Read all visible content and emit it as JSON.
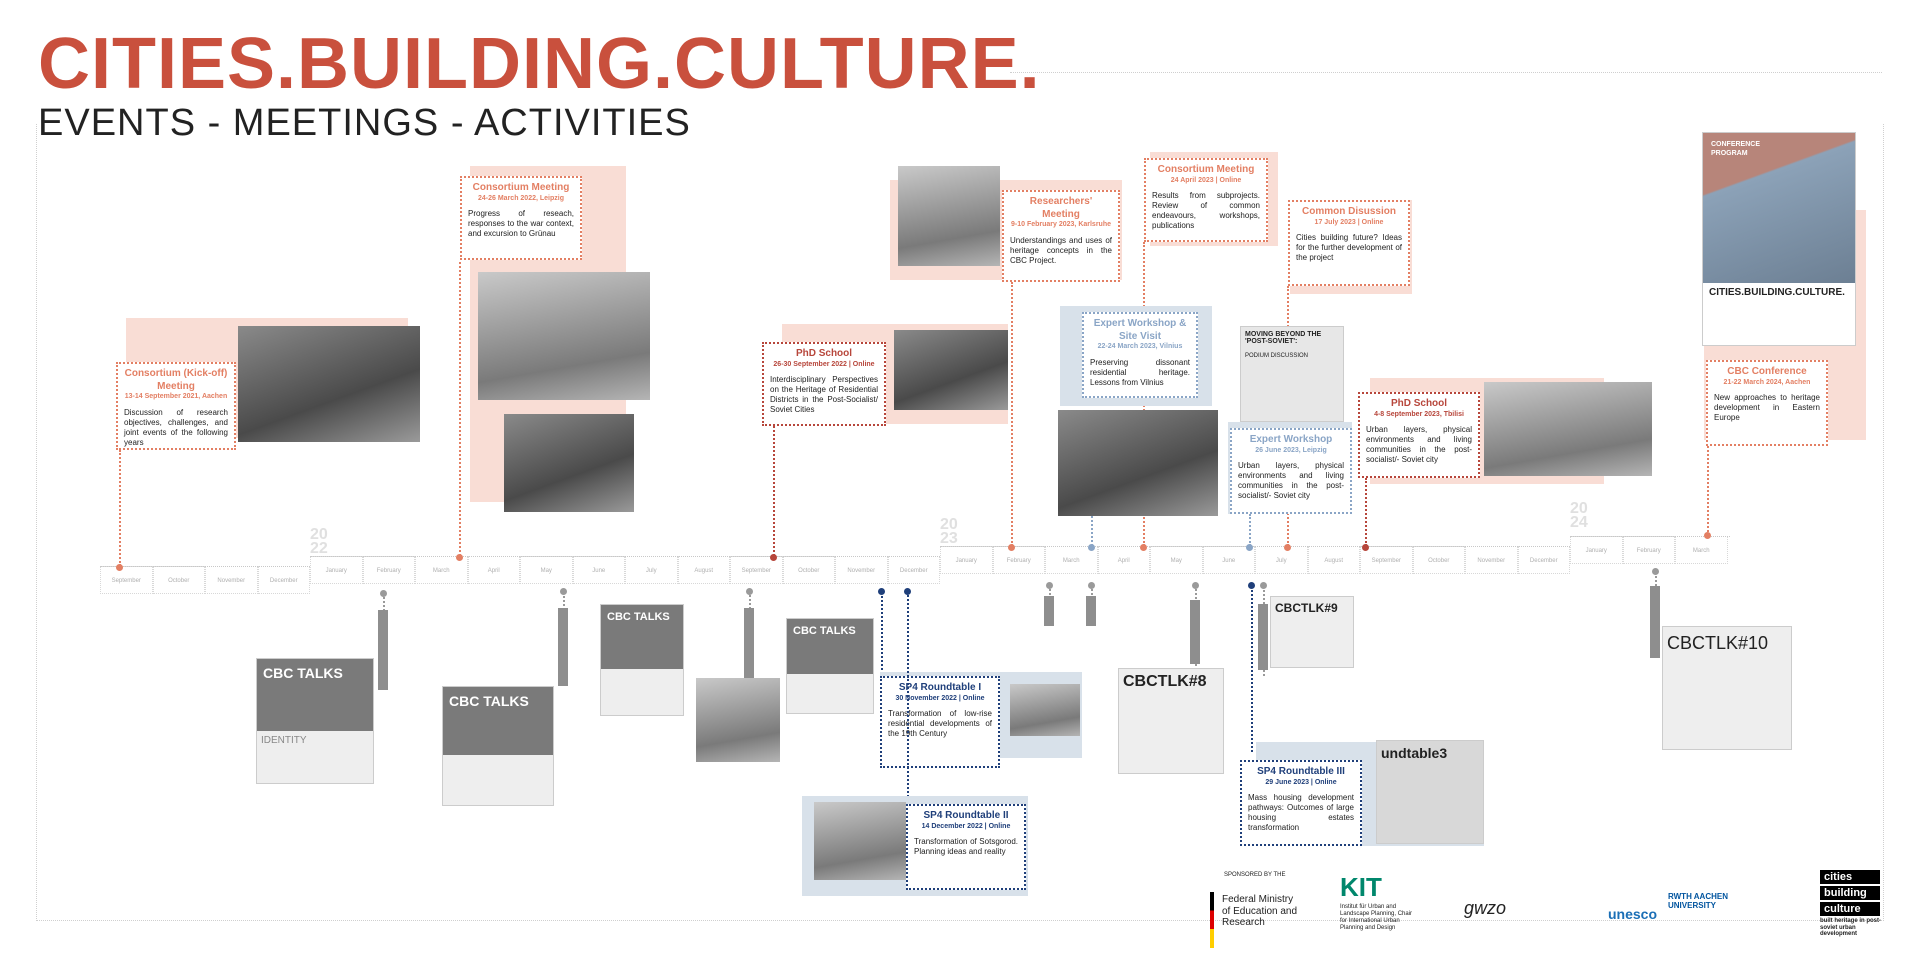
{
  "header": {
    "title": "CITIES.BUILDING.CULTURE.",
    "subtitle": "EVENTS - MEETINGS - ACTIVITIES"
  },
  "colors": {
    "accent": "#c9503d",
    "orange": "#e37f63",
    "red": "#b7463b",
    "light_blue": "#8aa5c6",
    "dark_blue": "#1f3f7a",
    "pink_bg": "#f9ddd5",
    "blue_bg": "#d8e1ea"
  },
  "timeline": {
    "years": [
      {
        "digits": "20",
        "digits2": "22"
      },
      {
        "digits": "20",
        "digits2": "23"
      },
      {
        "digits": "20",
        "digits2": "24"
      }
    ],
    "months_2021": [
      "September",
      "October",
      "November",
      "December"
    ],
    "months_2022": [
      "January",
      "February",
      "March",
      "April",
      "May",
      "June",
      "July",
      "August",
      "September",
      "October",
      "November",
      "December"
    ],
    "months_2023": [
      "January",
      "February",
      "March",
      "April",
      "May",
      "June",
      "July",
      "August",
      "September",
      "October",
      "November",
      "December"
    ],
    "months_2024": [
      "January",
      "February",
      "March"
    ]
  },
  "events": {
    "kickoff": {
      "title": "Consortium (Kick-off) Meeting",
      "date": "13-14 September 2021, Aachen",
      "text": "Discussion of research objectives, challenges, and joint events of the following years"
    },
    "consortium_leipzig": {
      "title": "Consortium Meeting",
      "date": "24-26 March 2022, Leipzig",
      "text": "Progress of reseach, responses to the war context, and excursion to Grünau"
    },
    "phd_online": {
      "title": "PhD School",
      "date": "26-30 September 2022 | Online",
      "text": "Interdisciplinary Perspectives on the Heritage of Residential Districts in the Post-Socialist/ Soviet Cities"
    },
    "researchers": {
      "title": "Researchers' Meeting",
      "date": "9-10 February 2023, Karlsruhe",
      "text": "Understandings and uses of heritage concepts in the CBC Project."
    },
    "consortium_online": {
      "title": "Consortium Meeting",
      "date": "24 April 2023 | Online",
      "text": "Results from subprojects. Review of common endeavours, workshops, publications"
    },
    "expert_vilnius": {
      "title": "Expert Workshop & Site Visit",
      "date": "22-24 March 2023, Vilnius",
      "text": "Preserving dissonant residential heritage. Lessons from Vilnius"
    },
    "common_discussion": {
      "title": "Common Disussion",
      "date": "17 July 2023 | Online",
      "text": "Cities building future? Ideas for the further development of the project"
    },
    "expert_leipzig": {
      "title": "Expert Workshop",
      "date": "26 June 2023, Leipzig",
      "text": "Urban layers, physical environments and living communities in the post-socialist/- Soviet city"
    },
    "phd_tbilisi": {
      "title": "PhD School",
      "date": "4-8 September 2023, Tbilisi",
      "text": "Urban layers, physical environments and living communities in the post-socialist/- Soviet city"
    },
    "cbc_conference": {
      "title": "CBC Conference",
      "date": "21-22 March 2024, Aachen",
      "text": "New approaches to heritage development in Eastern Europe"
    },
    "roundtable1": {
      "title": "SP4 Roundtable I",
      "date": "30 November 2022 | Online",
      "text": "Transformation of low-rise residential developments of the 19th Century"
    },
    "roundtable2": {
      "title": "SP4 Roundtable II",
      "date": "14 December 2022 | Online",
      "text": "Transformation of Sotsgorod. Planning ideas and reality"
    },
    "roundtable3": {
      "title": "SP4 Roundtable III",
      "date": "29 June 2023 | Online",
      "text": "Mass housing development pathways: Outcomes of large housing estates transformation"
    }
  },
  "posters": {
    "conf_program": {
      "label1": "CONFERENCE",
      "label2": "PROGRAM",
      "brand": "CITIES.BUILDING.CULTURE."
    },
    "moving_beyond": {
      "text1": "MOVING BEYOND THE",
      "text2": "'POST-SOVIET':",
      "text3": "PODIUM DISCUSSION"
    },
    "cbc_talks_1": {
      "text": "CBC TALKS",
      "sub": "IDENTITY"
    },
    "cbc_talks_2": {
      "text": "CBC TALKS"
    },
    "cbc_talks_3": {
      "text": "CBC TALKS"
    },
    "cbc_talks_4": {
      "text": "CBC TALKS"
    },
    "cbctlk8": {
      "text": "CBCTLK#8"
    },
    "cbctlk9": {
      "text": "CBCTLK#9"
    },
    "cbctlk10": {
      "text": "CBCTLK#10"
    },
    "roundtable3_poster": {
      "text": "undtable3"
    }
  },
  "sponsors": {
    "sponsored_by": "SPONSORED BY THE",
    "bmbf": "Federal Ministry of Education and Research",
    "kit": "KIT",
    "kit_sub": "Institut für Urban and Landscape Planning, Chair for International Urban Planning and Design",
    "gwz": "gwzo",
    "unesco": "unesco",
    "rwth": "RWTH AACHEN UNIVERSITY",
    "cbc_logo1": "cities",
    "cbc_logo2": "building",
    "cbc_logo3": "culture",
    "cbc_tag": "built heritage in post-soviet urban development"
  }
}
